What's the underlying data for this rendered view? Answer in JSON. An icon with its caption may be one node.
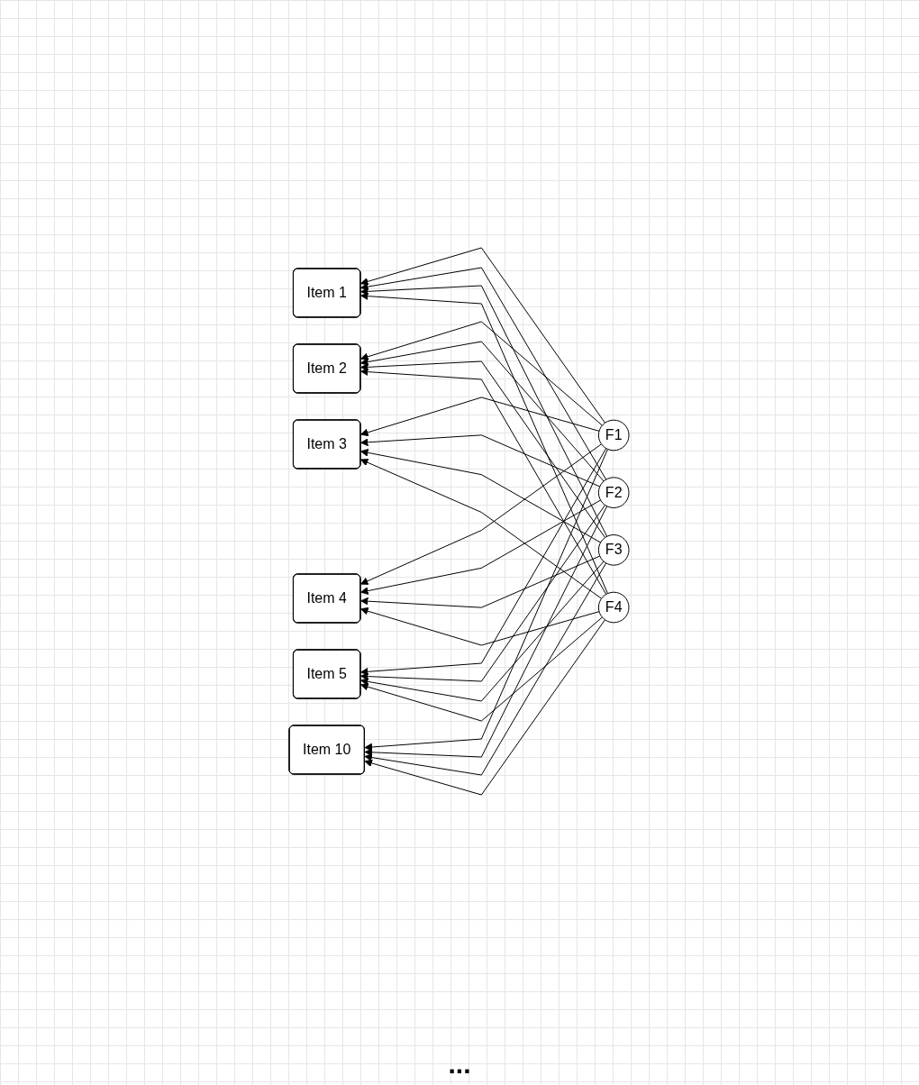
{
  "diagram": {
    "nodes": [
      {
        "text": [
          "Item 1"
        ]
      },
      {
        "text": [
          "Item 2"
        ]
      },
      {
        "text": [
          "Item 3"
        ]
      },
      {
        "text": [
          "Item 4"
        ]
      },
      {
        "text": [
          "Item 5"
        ]
      },
      {
        "text": [
          "Item 10"
        ]
      },
      {
        "text": [
          "F1"
        ]
      },
      {
        "text": [
          "F2"
        ]
      },
      {
        "text": [
          "F3"
        ]
      },
      {
        "text": [
          "F4"
        ]
      }
    ],
    "edges": [
      {
        "from": 6,
        "to": 0,
        "arrow": "to"
      },
      {
        "from": 6,
        "to": 1,
        "arrow": "to"
      },
      {
        "from": 6,
        "to": 2,
        "arrow": "to"
      },
      {
        "from": 6,
        "to": 3,
        "arrow": "to"
      },
      {
        "from": 6,
        "to": 4,
        "arrow": "to"
      },
      {
        "from": 6,
        "to": 5,
        "arrow": "to"
      },
      {
        "from": 7,
        "to": 0,
        "arrow": "to"
      },
      {
        "from": 7,
        "to": 1,
        "arrow": "to"
      },
      {
        "from": 7,
        "to": 2,
        "arrow": "to"
      },
      {
        "from": 7,
        "to": 3,
        "arrow": "to"
      },
      {
        "from": 7,
        "to": 4,
        "arrow": "to"
      },
      {
        "from": 7,
        "to": 5,
        "arrow": "to"
      },
      {
        "from": 8,
        "to": 0,
        "arrow": "to"
      },
      {
        "from": 8,
        "to": 1,
        "arrow": "to"
      },
      {
        "from": 8,
        "to": 2,
        "arrow": "to"
      },
      {
        "from": 8,
        "to": 3,
        "arrow": "to"
      },
      {
        "from": 8,
        "to": 4,
        "arrow": "to"
      },
      {
        "from": 8,
        "to": 5,
        "arrow": "to"
      },
      {
        "from": 9,
        "to": 0,
        "arrow": "to"
      },
      {
        "from": 9,
        "to": 1,
        "arrow": "to"
      },
      {
        "from": 9,
        "to": 2,
        "arrow": "to"
      },
      {
        "from": 9,
        "to": 3,
        "arrow": "to"
      },
      {
        "from": 9,
        "to": 4,
        "arrow": "to"
      },
      {
        "from": 9,
        "to": 5,
        "arrow": "to"
      }
    ],
    "labels": [
      "..."
    ]
  }
}
